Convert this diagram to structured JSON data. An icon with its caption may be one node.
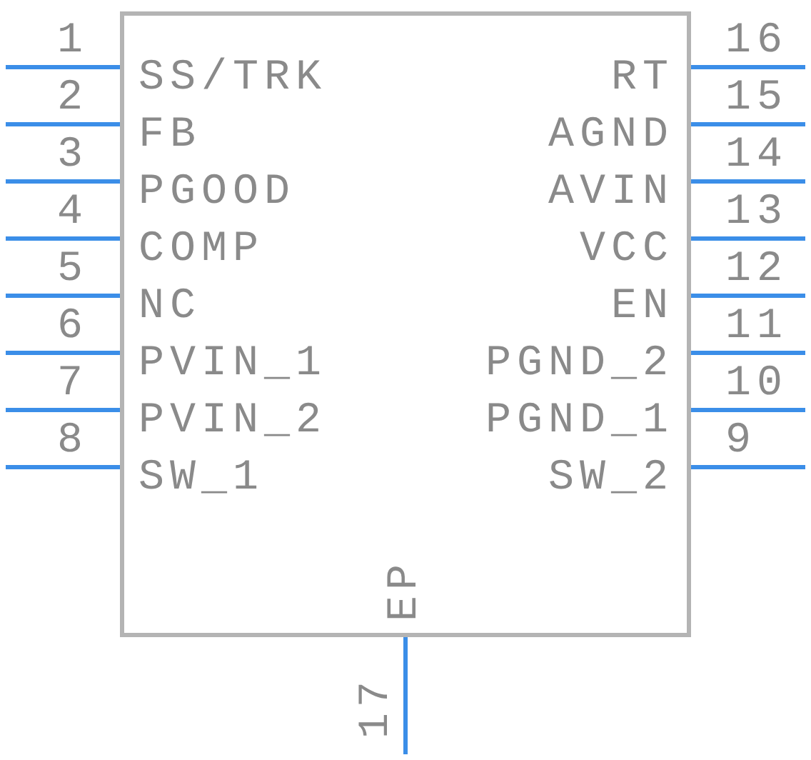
{
  "diagram": {
    "nodes": [
      {
        "text": [],
        "shape": "box"
      }
    ],
    "labels": [
      "1",
      "SS/TRK",
      "2",
      "FB",
      "3",
      "PGOOD",
      "4",
      "COMP",
      "5",
      "NC",
      "6",
      "PVIN_1",
      "7",
      "PVIN_2",
      "8",
      "SW_1",
      "9",
      "SW_2",
      "10",
      "PGND_1",
      "11",
      "PGND_2",
      "12",
      "EN",
      "13",
      "VCC",
      "14",
      "AVIN",
      "15",
      "AGND",
      "16",
      "RT",
      "17",
      "EP"
    ]
  }
}
